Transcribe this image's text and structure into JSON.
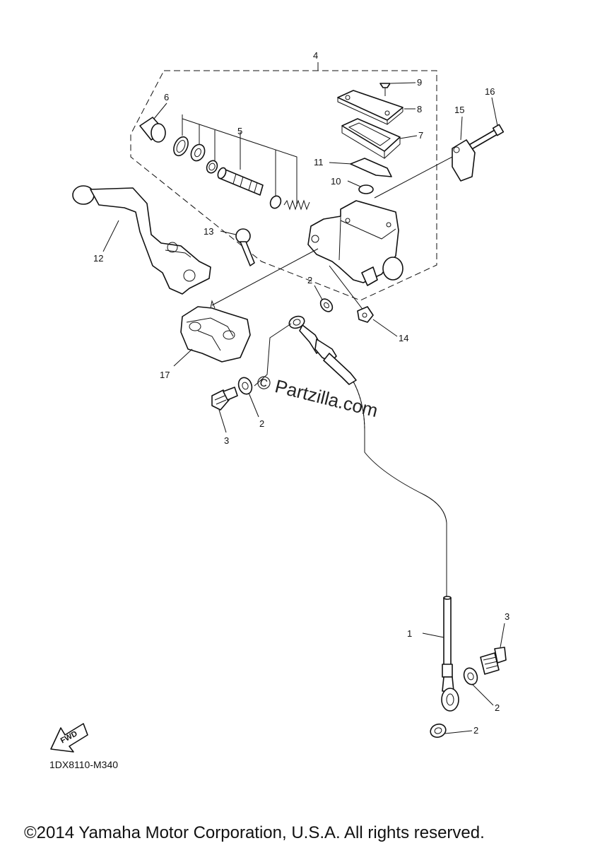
{
  "callouts": [
    "4",
    "6",
    "5",
    "9",
    "8",
    "7",
    "16",
    "15",
    "11",
    "10",
    "12",
    "13",
    "2",
    "14",
    "17",
    "2",
    "3",
    "1",
    "3",
    "2",
    "2"
  ],
  "watermark": "© Partzilla.com",
  "fwd_label": "FWD",
  "diagram_code": "1DX8110-M340",
  "copyright": "©2014 Yamaha Motor Corporation, U.S.A. All rights reserved."
}
